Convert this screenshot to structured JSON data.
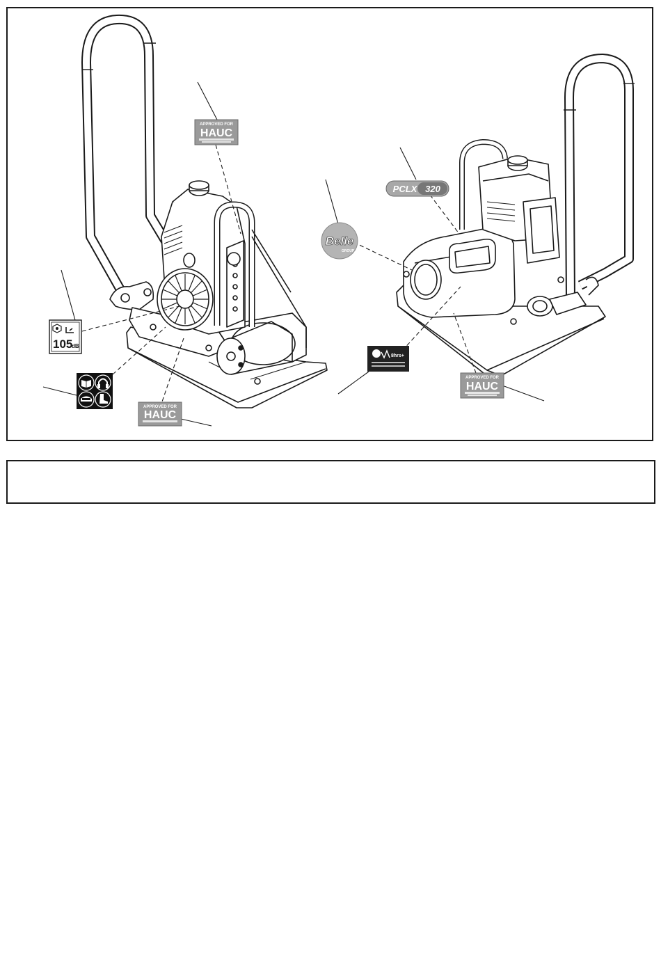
{
  "figure": {
    "decals": {
      "hauc_top": {
        "approved": "APPROVED FOR",
        "brand": "HAUC"
      },
      "hauc_left": {
        "approved": "APPROVED FOR",
        "brand": "HAUC"
      },
      "hauc_right": {
        "approved": "APPROVED FOR",
        "brand": "HAUC"
      },
      "noise": {
        "value": "105",
        "unit": "dB"
      },
      "belle": {
        "brand": "Belle",
        "sub": "GROUP"
      },
      "model": {
        "prefix": "PCLX",
        "number": "320"
      },
      "vibration": {
        "text": "8hrs+"
      }
    },
    "ppe_icons": [
      "manual-icon",
      "ear-protection-icon",
      "eye-protection-icon",
      "safety-boot-icon"
    ]
  },
  "caption": {
    "text": ""
  },
  "colors": {
    "line": "#1a1a1a",
    "decal_grey": "#9a9a9a",
    "decal_dark": "#222222"
  }
}
